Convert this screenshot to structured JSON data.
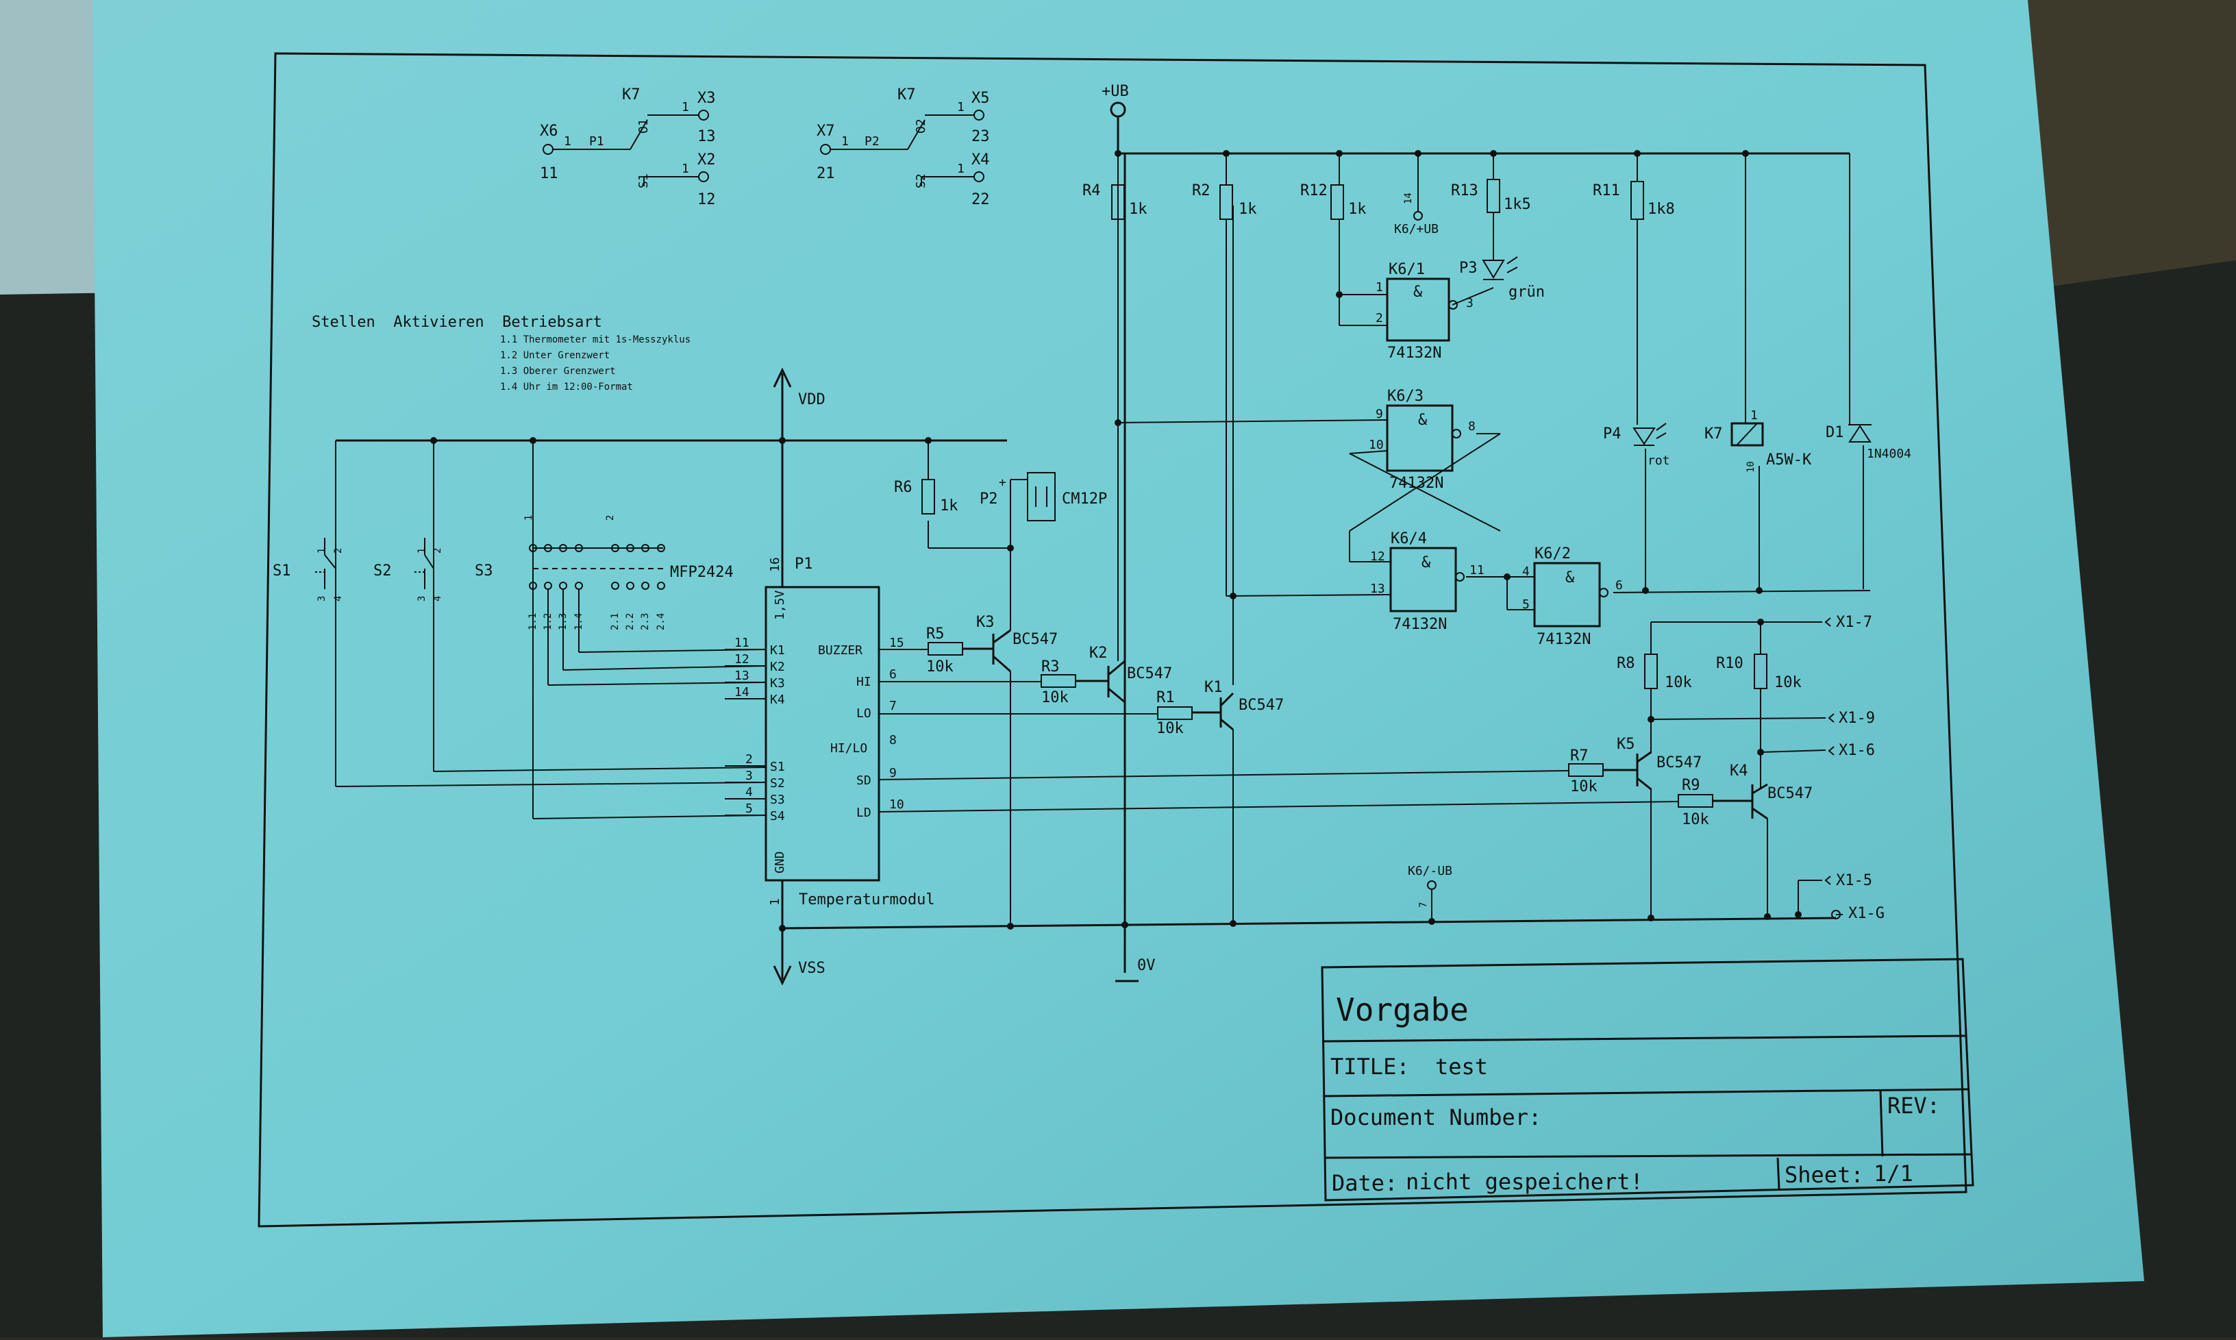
{
  "sheet": {
    "title_block": {
      "heading": "Vorgabe",
      "title_label": "TITLE:",
      "title_value": "test",
      "doc_label": "Document Number:",
      "rev_label": "REV:",
      "date_label": "Date:",
      "date_value": "nicht gespeichert!",
      "sheet_label": "Sheet:",
      "sheet_value": "1/1"
    },
    "legend": {
      "heading": "Stellen  Aktivieren  Betriebsart",
      "rows": [
        "1.1  Thermometer mit 1s-Messzyklus",
        "1.2  Unter Grenzwert",
        "1.3  Oberer Grenzwert",
        "1.4  Uhr im 12:00-Format"
      ]
    },
    "relay_contacts": {
      "left": {
        "relay": "K7",
        "in_pin": "X6",
        "in_num": "11",
        "p": "P1",
        "no_pin": "X3",
        "no_num": "13",
        "nc_pin": "X2",
        "nc_num": "12",
        "o": "O1",
        "s": "S1",
        "one_a": "1",
        "one_b": "1",
        "one_c": "1"
      },
      "right": {
        "relay": "K7",
        "in_pin": "X7",
        "in_num": "21",
        "p": "P2",
        "no_pin": "X5",
        "no_num": "23",
        "nc_pin": "X4",
        "nc_num": "22",
        "o": "O2",
        "s": "S2",
        "one_a": "1",
        "one_b": "1",
        "one_c": "1"
      }
    },
    "rails": {
      "vdd": "VDD",
      "vss": "VSS",
      "ub": "+UB",
      "zero": "0V"
    },
    "module": {
      "ref": "P1",
      "name": "Temperaturmodul",
      "top_pin": "16",
      "top_label": "1,5V",
      "bottom_pin": "1",
      "bottom_label": "GND",
      "left_pins": [
        {
          "num": "11",
          "name": "K1"
        },
        {
          "num": "12",
          "name": "K2"
        },
        {
          "num": "13",
          "name": "K3"
        },
        {
          "num": "14",
          "name": "K4"
        },
        {
          "num": "2",
          "name": "S1"
        },
        {
          "num": "3",
          "name": "S2"
        },
        {
          "num": "4",
          "name": "S3"
        },
        {
          "num": "5",
          "name": "S4"
        }
      ],
      "right_pins": [
        {
          "num": "15",
          "name": "BUZZER"
        },
        {
          "num": "6",
          "name": "HI"
        },
        {
          "num": "7",
          "name": "LO"
        },
        {
          "num": "8",
          "name": "HI/LO"
        },
        {
          "num": "9",
          "name": "SD"
        },
        {
          "num": "10",
          "name": "LD"
        }
      ]
    },
    "switches": {
      "s1": {
        "ref": "S1",
        "p1": "1",
        "p2": "2",
        "p3": "3",
        "p4": "4"
      },
      "s2": {
        "ref": "S2",
        "p1": "1",
        "p2": "2",
        "p3": "3",
        "p4": "4"
      },
      "s3": {
        "ref": "S3",
        "part": "MFP2424",
        "g1": "1",
        "g2": "2",
        "pins": [
          "1.1",
          "1.2",
          "1.3",
          "1.4",
          "2.1",
          "2.2",
          "2.3",
          "2.4"
        ]
      }
    },
    "resistors": {
      "r1": {
        "ref": "R1",
        "val": "10k"
      },
      "r2": {
        "ref": "R2",
        "val": "1k"
      },
      "r3": {
        "ref": "R3",
        "val": "10k"
      },
      "r4": {
        "ref": "R4",
        "val": "1k"
      },
      "r5": {
        "ref": "R5",
        "val": "10k"
      },
      "r6": {
        "ref": "R6",
        "val": "1k"
      },
      "r7": {
        "ref": "R7",
        "val": "10k"
      },
      "r8": {
        "ref": "R8",
        "val": "10k"
      },
      "r9": {
        "ref": "R9",
        "val": "10k"
      },
      "r10": {
        "ref": "R10",
        "val": "10k"
      },
      "r11": {
        "ref": "R11",
        "val": "1k8"
      },
      "r12": {
        "ref": "R12",
        "val": "1k"
      },
      "r13": {
        "ref": "R13",
        "val": "1k5"
      }
    },
    "transistors": {
      "k1": {
        "ref": "K1",
        "part": "BC547"
      },
      "k2": {
        "ref": "K2",
        "part": "BC547"
      },
      "k3": {
        "ref": "K3",
        "part": "BC547"
      },
      "k4": {
        "ref": "K4",
        "part": "BC547"
      },
      "k5": {
        "ref": "K5",
        "part": "BC547"
      }
    },
    "buzzer": {
      "ref": "P2",
      "part": "CM12P",
      "plus": "+"
    },
    "leds": {
      "p3": {
        "ref": "P3",
        "color": "grün"
      },
      "p4": {
        "ref": "P4",
        "color": "rot"
      }
    },
    "relay": {
      "ref": "K7",
      "part": "A5W-K",
      "pin_a": "1",
      "pin_b": "10"
    },
    "diode": {
      "ref": "D1",
      "part": "1N4004"
    },
    "gates": {
      "g1": {
        "ref": "K6/1",
        "part": "74132N",
        "in_a": "1",
        "in_b": "2",
        "out": "3"
      },
      "g3": {
        "ref": "K6/3",
        "part": "74132N",
        "in_a": "9",
        "in_b": "10",
        "out": "8"
      },
      "g4": {
        "ref": "K6/4",
        "part": "74132N",
        "in_a": "12",
        "in_b": "13",
        "out": "11"
      },
      "g2": {
        "ref": "K6/2",
        "part": "74132N",
        "in_a": "4",
        "in_b": "5",
        "out": "6"
      },
      "sym": "&"
    },
    "power_pins": {
      "plus": {
        "label": "K6/+UB",
        "pin": "14"
      },
      "minus": {
        "label": "K6/-UB",
        "pin": "7"
      }
    },
    "connectors": {
      "x17": "X1-7",
      "x19": "X1-9",
      "x16": "X1-6",
      "x15": "X1-5",
      "x1g": "X1-G"
    }
  }
}
